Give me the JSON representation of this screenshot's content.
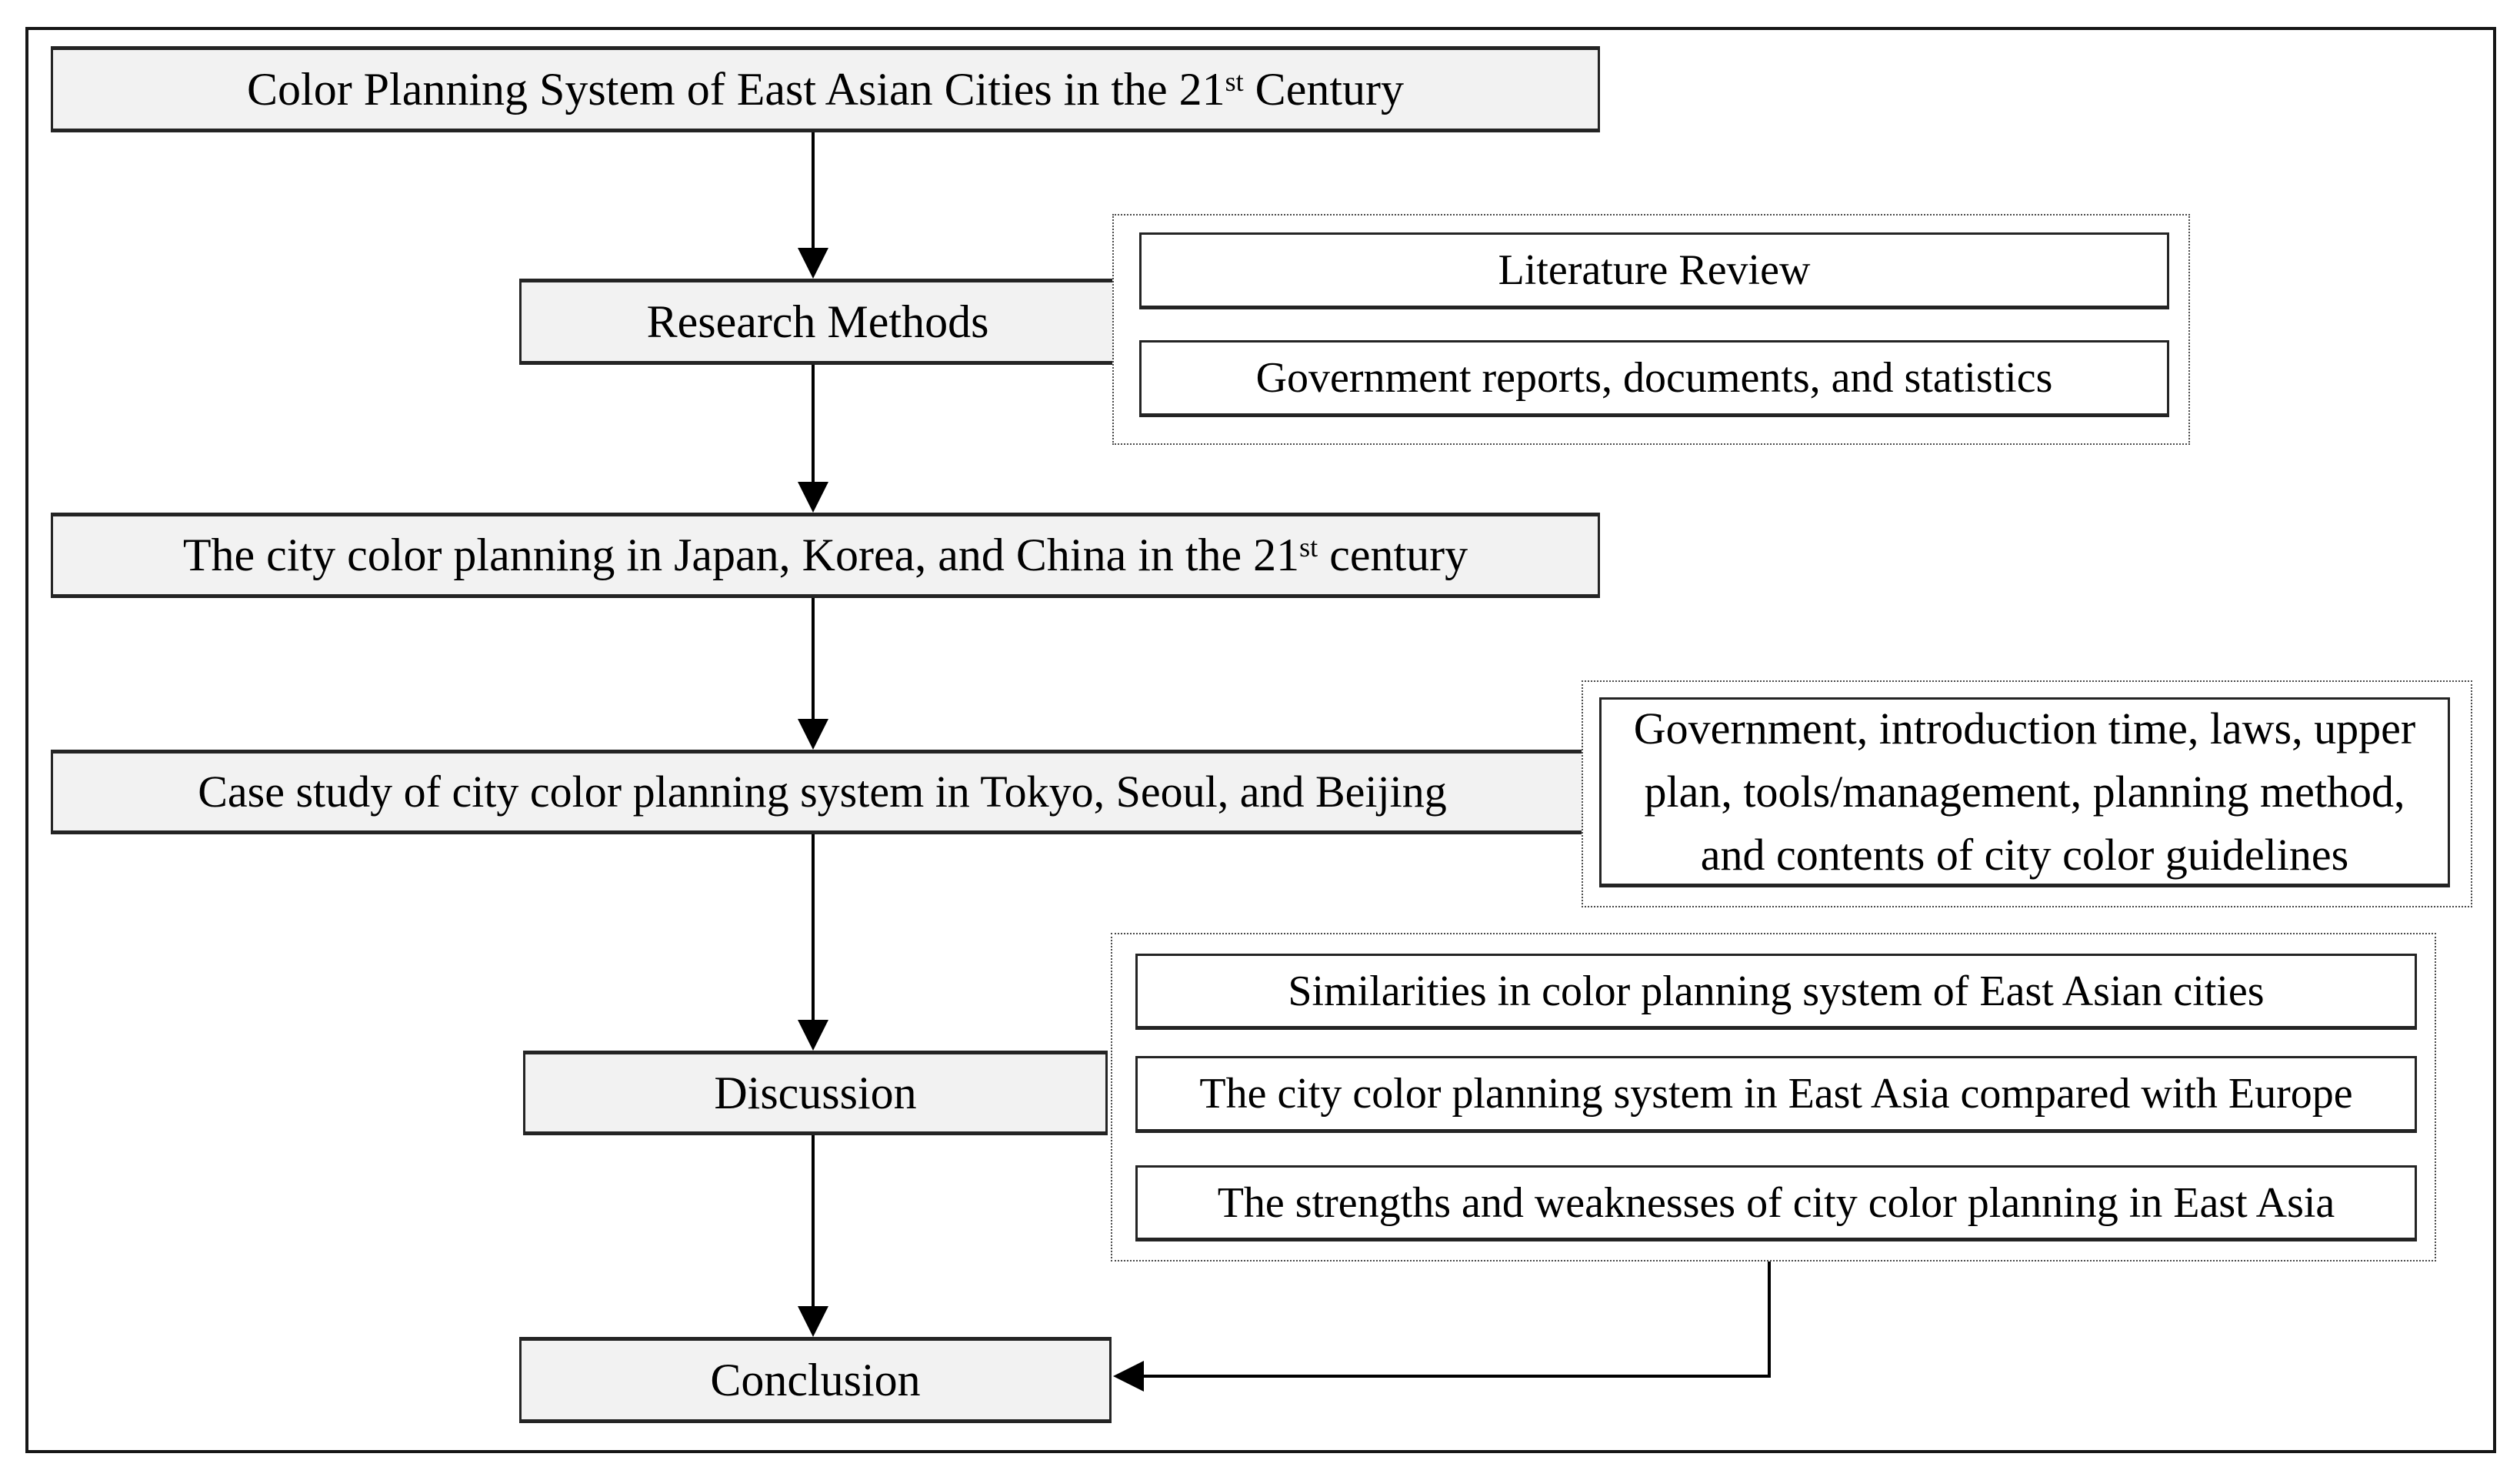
{
  "diagram": {
    "title": {
      "text": "Color Planning System of East Asian Cities in the 21",
      "sup": "st",
      "tail": " Century"
    },
    "research_methods": {
      "label": "Research Methods"
    },
    "methods_panel": {
      "items": [
        "Literature Review",
        "Government reports, documents, and statistics"
      ]
    },
    "city_planning": {
      "text": "The city color planning in Japan, Korea, and China in the 21",
      "sup": "st",
      "tail": " century"
    },
    "case_study": {
      "label": "Case study of city color planning system in Tokyo, Seoul, and Beijing"
    },
    "case_panel": {
      "label": "Government, introduction time, laws, upper plan, tools/management, planning method, and contents of city color guidelines"
    },
    "discussion": {
      "label": "Discussion"
    },
    "discussion_panel": {
      "items": [
        "Similarities in color planning system of East Asian cities",
        "The city color planning system in East Asia compared with Europe",
        "The strengths and weaknesses of city color planning in East Asia"
      ]
    },
    "conclusion": {
      "label": "Conclusion"
    },
    "colors": {
      "box_fill": "#f2f2f2",
      "box_border": "#242424",
      "panel_border": "#4a4a4a",
      "line": "#000000",
      "background": "#ffffff"
    }
  }
}
